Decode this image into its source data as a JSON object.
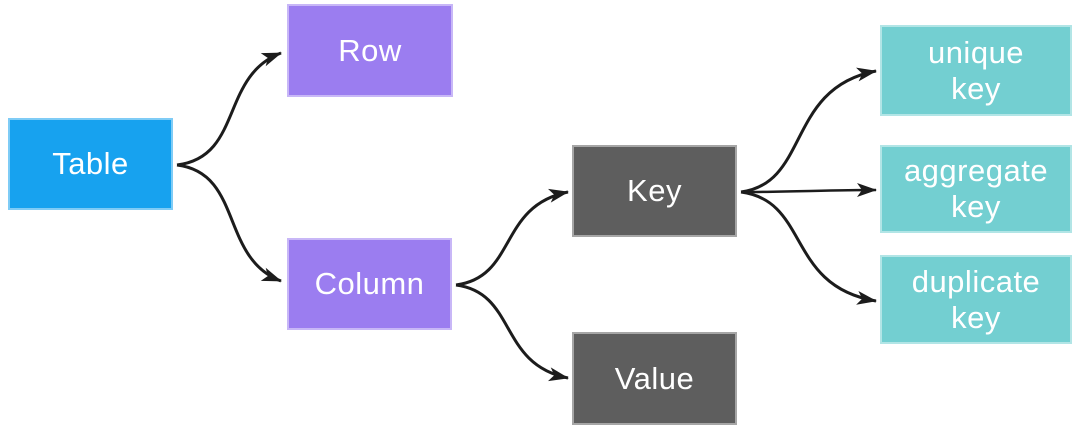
{
  "diagram": {
    "background": "#ffffff",
    "edge_color": "#1c1c1c",
    "node_text_color": "#ffffff",
    "nodes": {
      "table": {
        "label": "Table",
        "color": "#17a2ef"
      },
      "row": {
        "label": "Row",
        "color": "#9b7df0"
      },
      "column": {
        "label": "Column",
        "color": "#9b7df0"
      },
      "key": {
        "label": "Key",
        "color": "#5e5e5e"
      },
      "value": {
        "label": "Value",
        "color": "#5e5e5e"
      },
      "unique_key": {
        "label": "unique\nkey",
        "color": "#73cfd1"
      },
      "aggregate_key": {
        "label": "aggregate\nkey",
        "color": "#73cfd1"
      },
      "duplicate_key": {
        "label": "duplicate\nkey",
        "color": "#73cfd1"
      }
    },
    "edges": [
      {
        "from": "table",
        "to": "row"
      },
      {
        "from": "table",
        "to": "column"
      },
      {
        "from": "column",
        "to": "key"
      },
      {
        "from": "column",
        "to": "value"
      },
      {
        "from": "key",
        "to": "unique_key"
      },
      {
        "from": "key",
        "to": "aggregate_key"
      },
      {
        "from": "key",
        "to": "duplicate_key"
      }
    ]
  }
}
